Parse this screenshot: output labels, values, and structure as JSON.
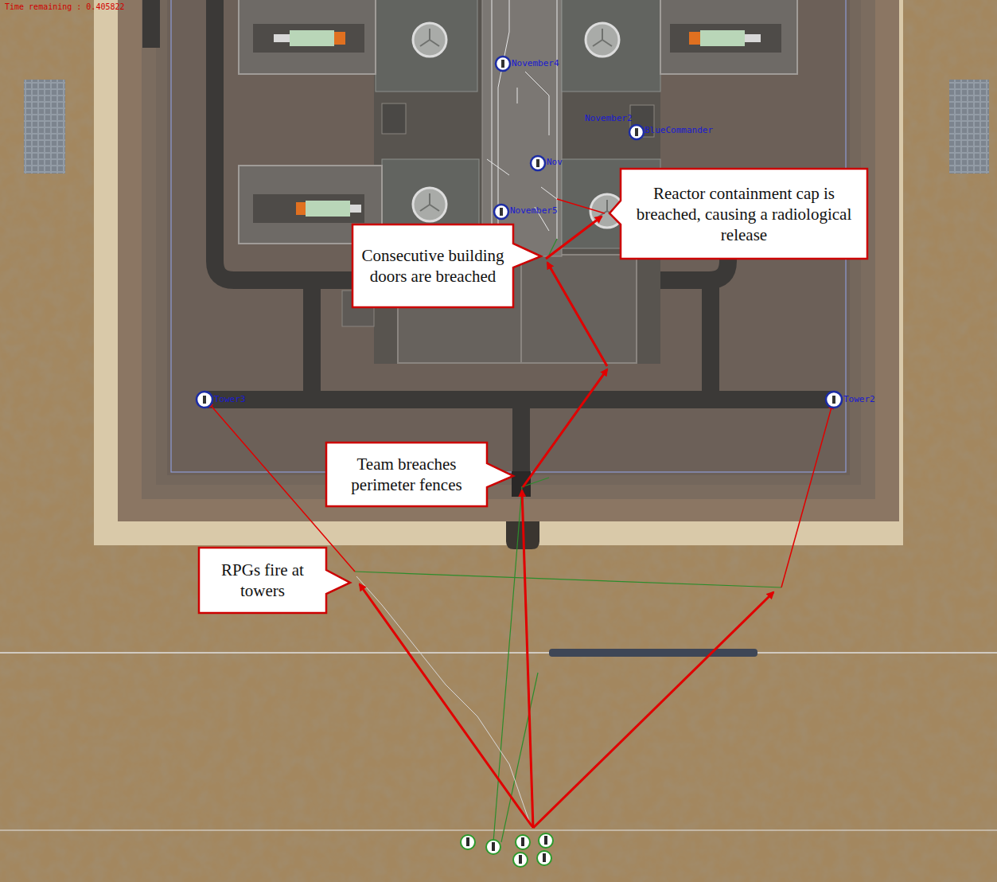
{
  "diagram": {
    "nodes": [
      {
        "text": [
          "Reactor containment cap is breached, causing a radiological release"
        ]
      },
      {
        "text": [
          "Consecutive building doors are breached"
        ]
      },
      {
        "text": [
          "Team breaches perimeter fences"
        ]
      },
      {
        "text": [
          "RPGs fire at towers"
        ]
      }
    ],
    "labels": [
      "Time remaining : 0.405822",
      "November4",
      "November2",
      "BlueCommander",
      "Nov",
      "November5",
      "Tower3",
      "Tower2"
    ]
  }
}
